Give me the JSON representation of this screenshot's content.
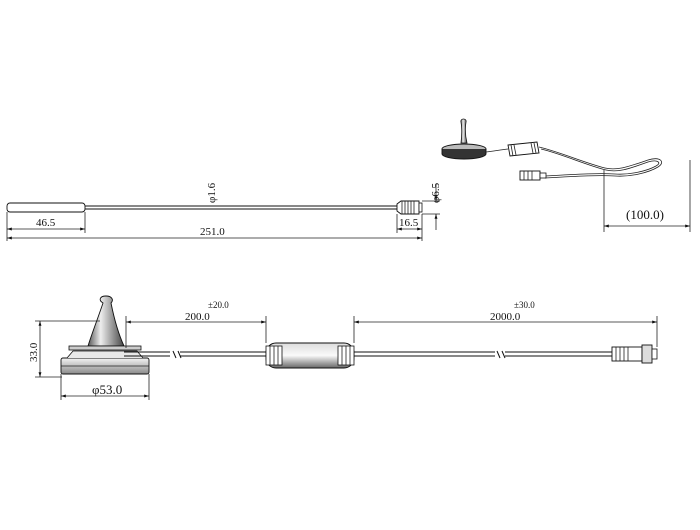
{
  "drawing": {
    "rod": {
      "total_length": "251.0",
      "left_section": "46.5",
      "right_section": "16.5",
      "rod_diameter": "φ1.6",
      "tip_diameter": "φ6.5"
    },
    "isometric": {
      "loop_height": "(100.0)"
    },
    "assembly": {
      "base_height": "33.0",
      "base_diameter": "φ53.0",
      "cable1_length": "200.0",
      "cable1_tolerance": "±20.0",
      "cable2_length": "2000.0",
      "cable2_tolerance": "±30.0"
    }
  }
}
